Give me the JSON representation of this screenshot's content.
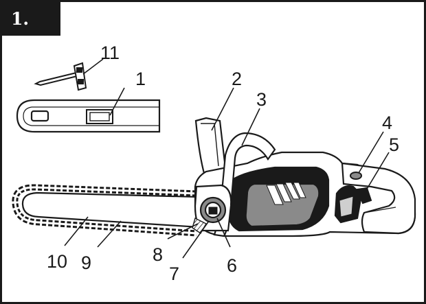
{
  "figure": {
    "number": "1."
  },
  "callouts": [
    {
      "text": "1"
    },
    {
      "text": "2"
    },
    {
      "text": "3"
    },
    {
      "text": "4"
    },
    {
      "text": "5"
    },
    {
      "text": "6"
    },
    {
      "text": "7"
    },
    {
      "text": "8"
    },
    {
      "text": "9"
    },
    {
      "text": "10"
    },
    {
      "text": "11"
    }
  ],
  "colors": {
    "ink": "#1a1a1a",
    "shade": "#8a8a8a",
    "light_shade": "#cfcfcf",
    "background": "#ffffff"
  }
}
